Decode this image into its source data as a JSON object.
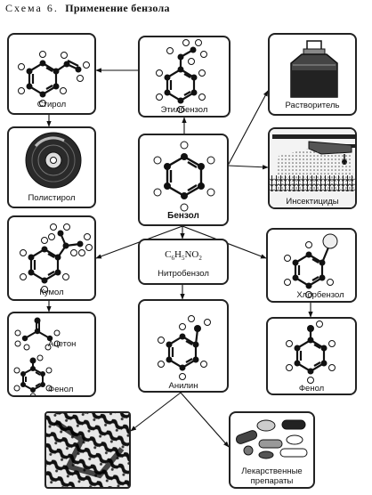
{
  "header": {
    "scheme": "Схема 6.",
    "title": "Применение бензола"
  },
  "nodes": {
    "styrene": "Стирол",
    "ethylbenzene": "Этилбензол",
    "solvent": "Растворитель",
    "polystyrene": "Полистирол",
    "benzene": "Бензол",
    "insecticides": "Инсектициды",
    "cumene": "Кумол",
    "nitrobenzene_formula": "C6H5NO2",
    "nitrobenzene": "Нитробензол",
    "chlorobenzene": "Хлорбензол",
    "acetone": "Ацетон",
    "phenol_left": "Фенол",
    "aniline": "Анилин",
    "phenol_right": "Фенол",
    "drugs_line1": "Лекарственные",
    "drugs_line2": "препараты"
  }
}
